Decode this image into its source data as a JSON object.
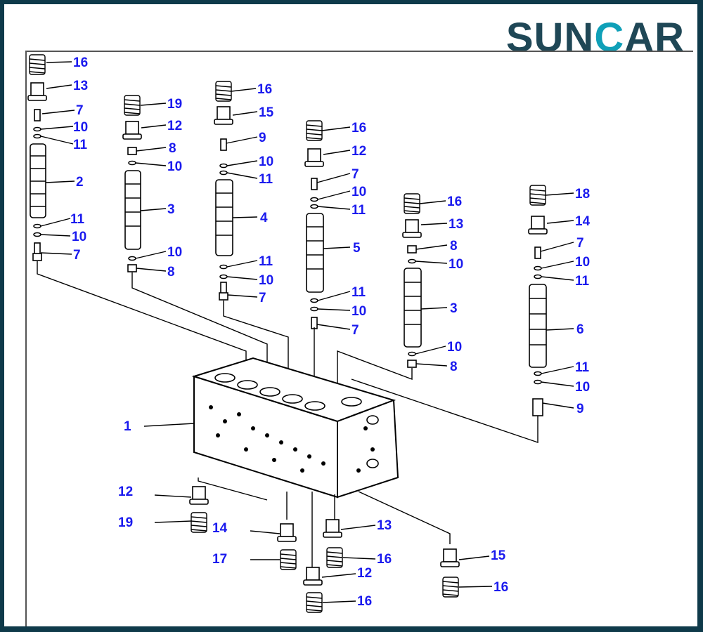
{
  "brand": {
    "logo_text_1": "SUN",
    "logo_text_2": "C",
    "logo_text_3": "AR"
  },
  "colors": {
    "label": "#1a1aee",
    "frame": "#0f3a4a",
    "logo_dark": "#1f4756",
    "logo_accent": "#0fa0b8"
  },
  "callouts": [
    {
      "id": "c1",
      "text": "16"
    },
    {
      "id": "c2",
      "text": "13"
    },
    {
      "id": "c3",
      "text": "7"
    },
    {
      "id": "c4",
      "text": "10"
    },
    {
      "id": "c5",
      "text": "11"
    },
    {
      "id": "c6",
      "text": "2"
    },
    {
      "id": "c7",
      "text": "11"
    },
    {
      "id": "c8",
      "text": "10"
    },
    {
      "id": "c9",
      "text": "7"
    },
    {
      "id": "c10",
      "text": "19"
    },
    {
      "id": "c11",
      "text": "12"
    },
    {
      "id": "c12",
      "text": "8"
    },
    {
      "id": "c13",
      "text": "10"
    },
    {
      "id": "c14",
      "text": "3"
    },
    {
      "id": "c15",
      "text": "10"
    },
    {
      "id": "c16",
      "text": "8"
    },
    {
      "id": "c17",
      "text": "16"
    },
    {
      "id": "c18",
      "text": "15"
    },
    {
      "id": "c19",
      "text": "9"
    },
    {
      "id": "c20",
      "text": "10"
    },
    {
      "id": "c21",
      "text": "11"
    },
    {
      "id": "c22",
      "text": "4"
    },
    {
      "id": "c23",
      "text": "11"
    },
    {
      "id": "c24",
      "text": "10"
    },
    {
      "id": "c25",
      "text": "7"
    },
    {
      "id": "c26",
      "text": "16"
    },
    {
      "id": "c27",
      "text": "12"
    },
    {
      "id": "c28",
      "text": "7"
    },
    {
      "id": "c29",
      "text": "10"
    },
    {
      "id": "c30",
      "text": "11"
    },
    {
      "id": "c31",
      "text": "5"
    },
    {
      "id": "c32",
      "text": "11"
    },
    {
      "id": "c33",
      "text": "10"
    },
    {
      "id": "c34",
      "text": "7"
    },
    {
      "id": "c35",
      "text": "16"
    },
    {
      "id": "c36",
      "text": "13"
    },
    {
      "id": "c37",
      "text": "8"
    },
    {
      "id": "c38",
      "text": "10"
    },
    {
      "id": "c39",
      "text": "3"
    },
    {
      "id": "c40",
      "text": "10"
    },
    {
      "id": "c41",
      "text": "8"
    },
    {
      "id": "c42",
      "text": "18"
    },
    {
      "id": "c43",
      "text": "14"
    },
    {
      "id": "c44",
      "text": "7"
    },
    {
      "id": "c45",
      "text": "10"
    },
    {
      "id": "c46",
      "text": "11"
    },
    {
      "id": "c47",
      "text": "6"
    },
    {
      "id": "c48",
      "text": "11"
    },
    {
      "id": "c49",
      "text": "10"
    },
    {
      "id": "c50",
      "text": "9"
    },
    {
      "id": "c51",
      "text": "1"
    },
    {
      "id": "c52",
      "text": "12"
    },
    {
      "id": "c53",
      "text": "19"
    },
    {
      "id": "c54",
      "text": "14"
    },
    {
      "id": "c55",
      "text": "13"
    },
    {
      "id": "c56",
      "text": "17"
    },
    {
      "id": "c57",
      "text": "16"
    },
    {
      "id": "c58",
      "text": "12"
    },
    {
      "id": "c59",
      "text": "16"
    },
    {
      "id": "c60",
      "text": "15"
    },
    {
      "id": "c61",
      "text": "16"
    }
  ]
}
